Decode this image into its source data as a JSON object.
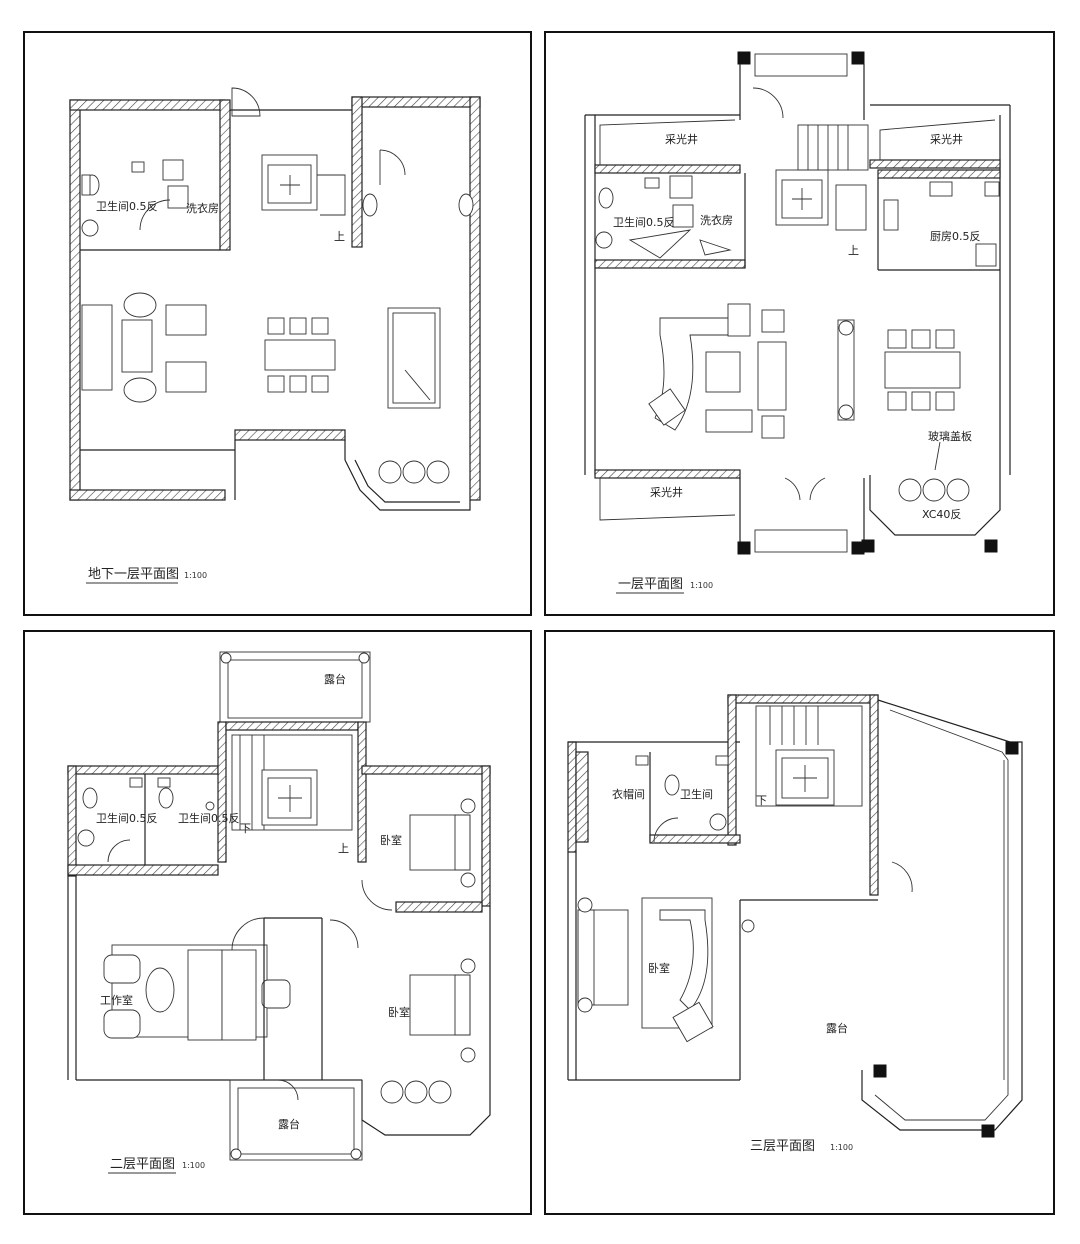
{
  "plans": {
    "basement": {
      "title": "地下一层平面图",
      "scale": "1:100",
      "rooms": {
        "bathroom": "卫生间0.5反",
        "laundry": "洗衣房",
        "up": "上"
      }
    },
    "first": {
      "title": "一层平面图",
      "scale": "1:100",
      "rooms": {
        "lightwell_left": "采光井",
        "lightwell_right": "采光井",
        "lightwell_bottom": "采光井",
        "bathroom": "卫生间0.5反",
        "laundry": "洗衣房",
        "kitchen": "厨房0.5反",
        "glass": "玻璃盖板",
        "bay": "XC40反",
        "up": "上"
      }
    },
    "second": {
      "title": "二层平面图",
      "scale": "1:100",
      "rooms": {
        "terrace_top": "露台",
        "bathroom1": "卫生间0.5反",
        "bathroom2": "卫生间0.5反",
        "bedroom1": "卧室",
        "study": "工作室",
        "bedroom2": "卧室",
        "terrace_bottom": "露台",
        "down": "下",
        "up": "上"
      }
    },
    "third": {
      "title": "三层平面图",
      "scale": "1:100",
      "rooms": {
        "closet": "衣帽间",
        "bathroom": "卫生间",
        "down": "下",
        "bedroom": "卧室",
        "terrace": "露台"
      }
    }
  }
}
